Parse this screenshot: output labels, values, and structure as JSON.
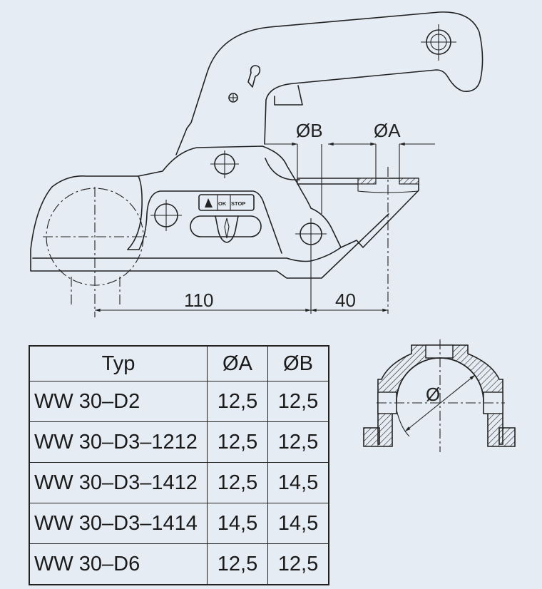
{
  "drawing": {
    "dim_b_label": "ØB",
    "dim_a_label": "ØA",
    "dim_110": "110",
    "dim_40": "40",
    "indicator_ok": "OK",
    "indicator_stop": "STOP"
  },
  "section": {
    "diameter_label": "Ø"
  },
  "table": {
    "headers": [
      "Typ",
      "ØA",
      "ØB"
    ],
    "rows": [
      {
        "typ": "WW  30–D2",
        "a": "12,5",
        "b": "12,5"
      },
      {
        "typ": "WW  30–D3–1212",
        "a": "12,5",
        "b": "12,5"
      },
      {
        "typ": "WW  30–D3–1412",
        "a": "12,5",
        "b": "14,5"
      },
      {
        "typ": "WW  30–D3–1414",
        "a": "14,5",
        "b": "14,5"
      },
      {
        "typ": "WW  30–D6",
        "a": "12,5",
        "b": "12,5"
      }
    ]
  }
}
